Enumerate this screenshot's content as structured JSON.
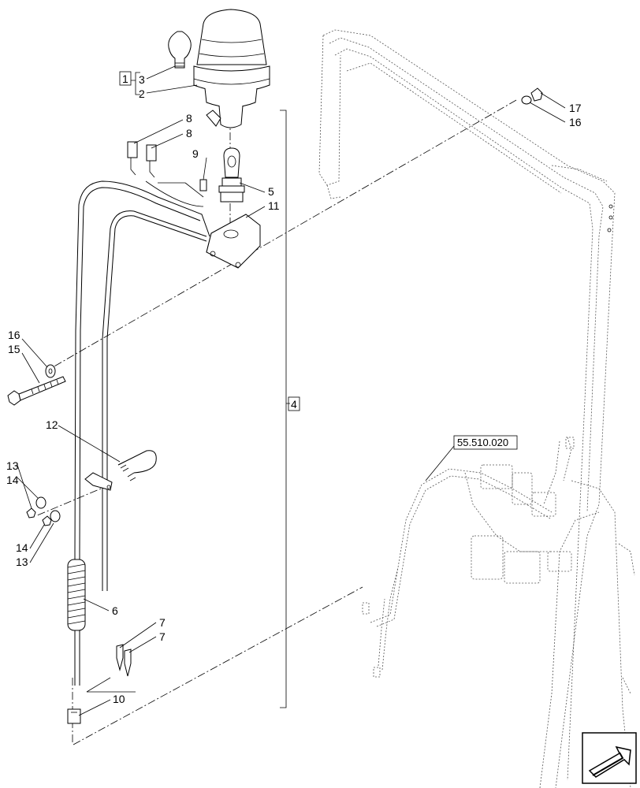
{
  "labels": {
    "p1": "1",
    "p2": "2",
    "p3": "3",
    "p4": "4",
    "p5": "5",
    "p6": "6",
    "p7a": "7",
    "p7b": "7",
    "p8a": "8",
    "p8b": "8",
    "p9": "9",
    "p10": "10",
    "p11": "11",
    "p12": "12",
    "p13a": "13",
    "p13b": "13",
    "p14a": "14",
    "p14b": "14",
    "p15": "15",
    "p16a": "16",
    "p16b": "16",
    "p17": "17"
  },
  "reference": "55.510.020",
  "nav_icon": "arrow-next-icon"
}
